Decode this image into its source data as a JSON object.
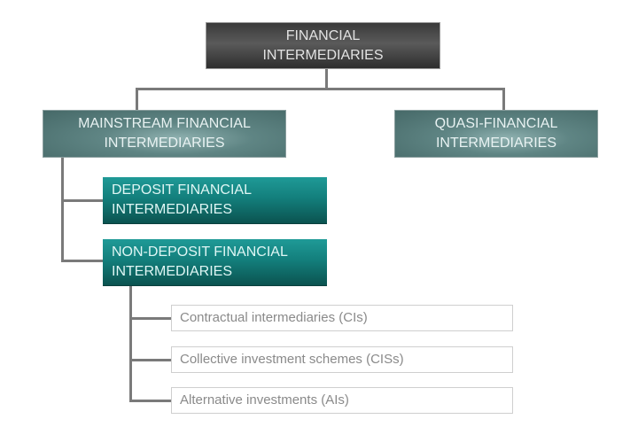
{
  "diagram": {
    "root": {
      "line1": "FINANCIAL",
      "line2": "INTERMEDIARIES"
    },
    "level1": [
      {
        "line1": "MAINSTREAM FINANCIAL",
        "line2": "INTERMEDIARIES"
      },
      {
        "line1": "QUASI-FINANCIAL",
        "line2": "INTERMEDIARIES"
      }
    ],
    "level2": [
      {
        "line1": "DEPOSIT FINANCIAL",
        "line2": "INTERMEDIARIES"
      },
      {
        "line1": "NON-DEPOSIT FINANCIAL",
        "line2": "INTERMEDIARIES"
      }
    ],
    "level3": [
      {
        "label": "Contractual intermediaries (CIs)"
      },
      {
        "label": "Collective investment schemes (CISs)"
      },
      {
        "label": "Alternative investments (AIs)"
      }
    ],
    "colors": {
      "root": "#3a3a3a",
      "level1": "#5f8584",
      "level2": "#137f7c",
      "leaf_border": "#cfcfcf",
      "connector": "#7a7a7a"
    }
  }
}
